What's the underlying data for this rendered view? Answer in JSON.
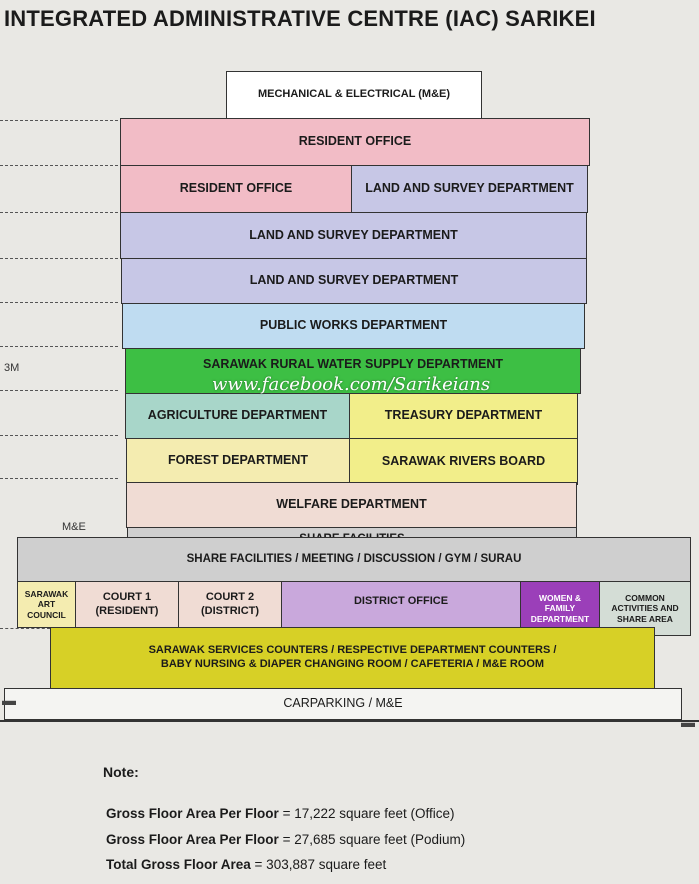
{
  "title": "INTEGRATED ADMINISTRATIVE CENTRE (IAC) SARIKEI",
  "colors": {
    "pink": "#f2bcc6",
    "lavender": "#c7c7e6",
    "blue": "#bfdcf1",
    "green": "#3dbf44",
    "teal": "#a8d6c9",
    "yellow": "#f2ee8a",
    "yellow_pale": "#f4ecb0",
    "peach": "#f0dcd4",
    "grey": "#cfcfcf",
    "violet": "#c9a8dc",
    "purple": "#9b3fb9",
    "podium": "#d7d026"
  },
  "levels": {
    "mechanical": "MECHANICAL & ELECTRICAL (M&E)",
    "resident_office_top": "RESIDENT OFFICE",
    "resident_office": "RESIDENT OFFICE",
    "land_survey_1": "LAND AND SURVEY DEPARTMENT",
    "land_survey_2": "LAND AND SURVEY DEPARTMENT",
    "land_survey_3": "LAND AND SURVEY DEPARTMENT",
    "public_works": "PUBLIC WORKS DEPARTMENT",
    "rural_water": "SARAWAK RURAL WATER SUPPLY DEPARTMENT",
    "agriculture": "AGRICULTURE DEPARTMENT",
    "treasury": "TREASURY DEPARTMENT",
    "forest": "FOREST DEPARTMENT",
    "rivers": "SARAWAK RIVERS BOARD",
    "welfare": "WELFARE DEPARTMENT",
    "share_facilities": "SHARE FACILITIES",
    "share_meeting": "SHARE FACILITIES / MEETING / DISCUSSION / GYM / SURAU",
    "art_council": "SARAWAK ART COUNCIL",
    "court1": "COURT 1 (RESIDENT)",
    "court2": "COURT 2 (DISTRICT)",
    "district_office": "DISTRICT OFFICE",
    "women_family": "WOMEN & FAMILY DEPARTMENT",
    "common": "COMMON ACTIVITIES AND SHARE AREA",
    "services_line1": "SARAWAK SERVICES COUNTERS / RESPECTIVE DEPARTMENT COUNTERS /",
    "services_line2": "BABY NURSING & DIAPER CHANGING ROOM / CAFETERIA / M&E ROOM",
    "carparking": "CARPARKING / M&E"
  },
  "side_labels": {
    "height_3m": "3M",
    "me": "M&E"
  },
  "watermark": "www.facebook.com/Sarikeians",
  "note": {
    "title": "Note:",
    "line1_label": "Gross Floor Area Per Floor",
    "line1_value": "= 17,222 square feet (Office)",
    "line2_label": "Gross Floor Area Per Floor",
    "line2_value": "= 27,685 square feet (Podium)",
    "line3_label": "Total Gross Floor Area",
    "line3_value": "= 303,887 square feet"
  }
}
